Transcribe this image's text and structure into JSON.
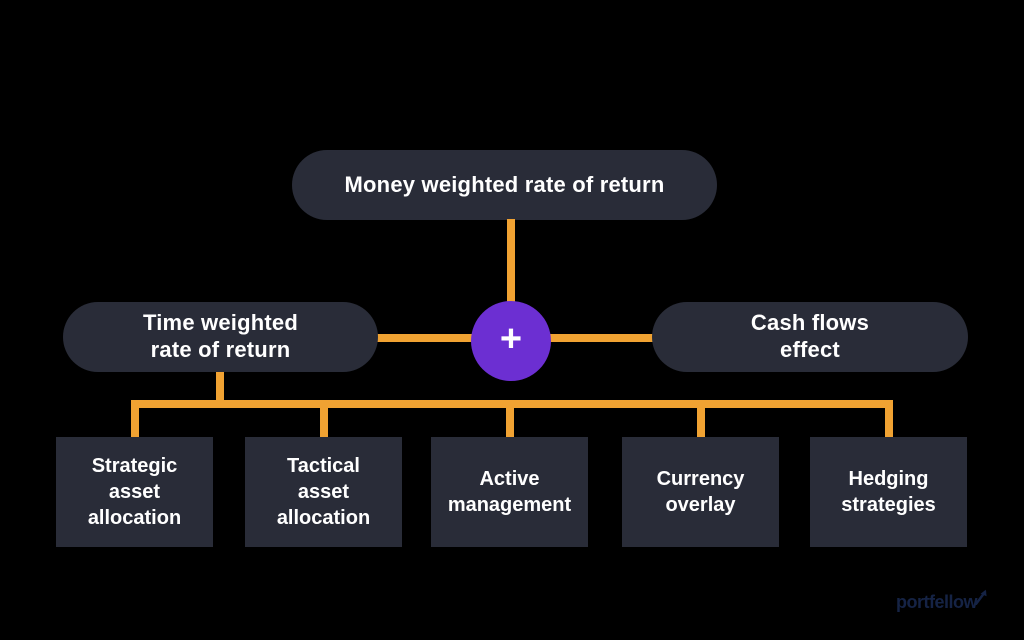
{
  "colors": {
    "background": "#000000",
    "node_background": "#292c38",
    "node_text": "#ffffff",
    "connector": "#f0a232",
    "operator_circle": "#6c2fd2",
    "brand_logo": "#152345"
  },
  "diagram": {
    "root": {
      "label": "Money weighted rate of return"
    },
    "operator": {
      "symbol": "+"
    },
    "components": {
      "left": {
        "label": "Time weighted\nrate of return"
      },
      "right": {
        "label": "Cash flows\neffect"
      }
    },
    "leaves": [
      {
        "label": "Strategic\nasset\nallocation"
      },
      {
        "label": "Tactical\nasset\nallocation"
      },
      {
        "label": "Active\nmanagement"
      },
      {
        "label": "Currency\noverlay"
      },
      {
        "label": "Hedging\nstrategies"
      }
    ]
  },
  "footer": {
    "brand": "portfellow"
  }
}
